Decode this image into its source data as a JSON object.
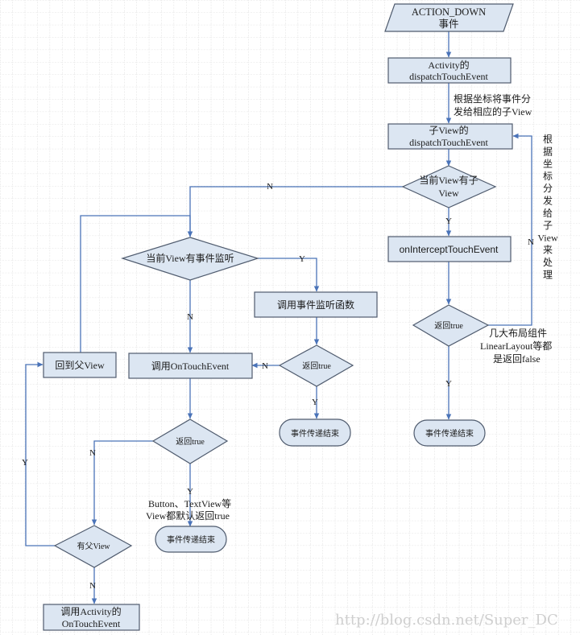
{
  "nodes": {
    "action_down": {
      "line1": "ACTION_DOWN",
      "line2": "事件"
    },
    "activity_dispatch": {
      "line1": "Activity的",
      "line2": "dispatchTouchEvent"
    },
    "child_dispatch": {
      "line1": "子View的",
      "line2": "dispatchTouchEvent"
    },
    "has_child": {
      "line1": "当前View有子",
      "line2": "View"
    },
    "intercept": {
      "label": "onInterceptTouchEvent"
    },
    "intercept_return": {
      "label": "返回true"
    },
    "end_right": {
      "label": "事件传递结束"
    },
    "has_listener": {
      "label": "当前View有事件监听"
    },
    "call_listener": {
      "label": "调用事件监听函数"
    },
    "listener_return": {
      "label": "返回true"
    },
    "end_middle": {
      "label": "事件传递结束"
    },
    "back_parent": {
      "label": "回到父View"
    },
    "call_touch": {
      "label": "调用OnTouchEvent"
    },
    "touch_return": {
      "label": "返回true"
    },
    "end_bottom": {
      "label": "事件传递结束"
    },
    "has_parent": {
      "label": "有父View"
    },
    "activity_touch": {
      "line1": "调用Activity的",
      "line2": "OnTouchEvent"
    }
  },
  "annotations": {
    "dispatch_note_1": "根据坐标将事件分",
    "dispatch_note_2": "发给相应的子View",
    "side_note": [
      "根",
      "据",
      "坐",
      "标",
      "分",
      "发",
      "给",
      "子",
      "View",
      "来",
      "处",
      "理"
    ],
    "layout_note_1": "几大布局组件",
    "layout_note_2": "LinearLayout等都",
    "layout_note_3": "是返回false",
    "button_note_1": "Button、TextView等",
    "button_note_2": "View都默认返回true"
  },
  "edge_labels": {
    "has_child_no": "N",
    "has_child_yes": "Y",
    "intercept_no": "N",
    "intercept_yes": "Y",
    "listener_yes": "Y",
    "listener_no": "N",
    "listener_return_no": "N",
    "listener_return_yes": "Y",
    "touch_return_no": "N",
    "touch_return_yes": "Y",
    "parent_yes": "Y",
    "parent_no": "N"
  },
  "watermark": "http://blog.csdn.net/Super_DC",
  "colors": {
    "shape_fill": "#dce6f2",
    "edge": "#4a73b8",
    "grid": "#c8c8c8"
  }
}
